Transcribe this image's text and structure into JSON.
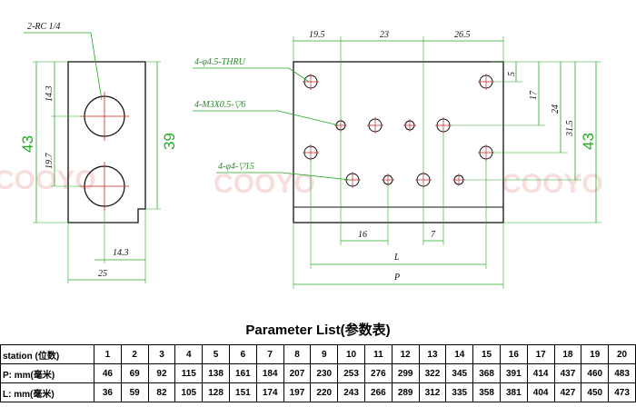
{
  "drawing": {
    "side_view": {
      "port_label": "2-RC 1/4",
      "dim_height_total": "43",
      "dim_upper_port_y": "14.3",
      "dim_lower_port_y": "19.7",
      "dim_body_height": "39",
      "dim_port_x": "14.3",
      "dim_width": "25"
    },
    "front_view": {
      "callout_thru": "4-φ4.5-THRU",
      "callout_m3": "4-M3X0.5-▽6",
      "callout_phi4": "4-φ4-▽15",
      "dim_top_1": "19.5",
      "dim_top_2": "23",
      "dim_top_3": "26.5",
      "dim_right_5": "5",
      "dim_right_17": "17",
      "dim_right_24": "24",
      "dim_right_31_5": "31.5",
      "dim_right_43": "43",
      "dim_bottom_16": "16",
      "dim_bottom_7": "7",
      "dim_L": "L",
      "dim_P": "P"
    },
    "watermark_text": "COOYO"
  },
  "parameters": {
    "title": "Parameter List(参数表)",
    "rows": [
      {
        "label": "station (位数)",
        "values": [
          "1",
          "2",
          "3",
          "4",
          "5",
          "6",
          "7",
          "8",
          "9",
          "10",
          "11",
          "12",
          "13",
          "14",
          "15",
          "16",
          "17",
          "18",
          "19",
          "20"
        ]
      },
      {
        "label": "P: mm(毫米)",
        "values": [
          "46",
          "69",
          "92",
          "115",
          "138",
          "161",
          "184",
          "207",
          "230",
          "253",
          "276",
          "299",
          "322",
          "345",
          "368",
          "391",
          "414",
          "437",
          "460",
          "483"
        ]
      },
      {
        "label": "L: mm(毫米)",
        "values": [
          "36",
          "59",
          "82",
          "105",
          "128",
          "151",
          "174",
          "197",
          "220",
          "243",
          "266",
          "289",
          "312",
          "335",
          "358",
          "381",
          "404",
          "427",
          "450",
          "473"
        ]
      }
    ]
  }
}
